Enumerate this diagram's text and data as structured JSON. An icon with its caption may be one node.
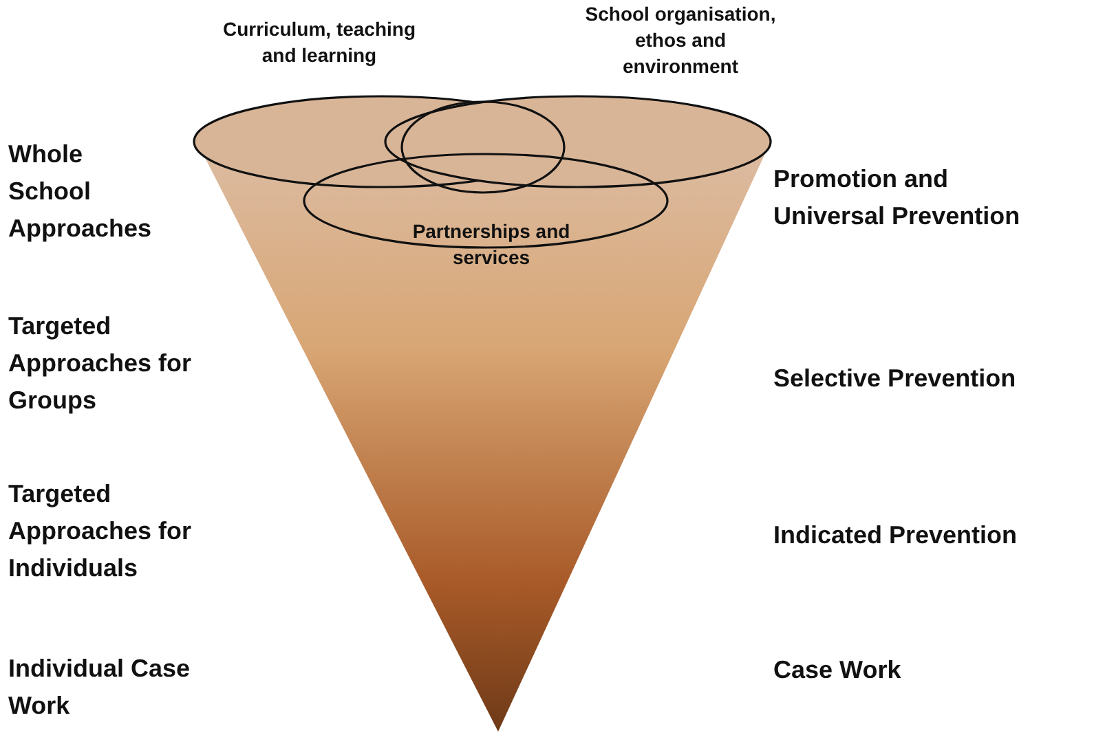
{
  "diagram": {
    "nodes": [
      {
        "text": [
          "Curriculum, teaching and learning"
        ]
      },
      {
        "text": [
          "School organisation, ethos and environment"
        ]
      },
      {
        "text": [],
        "shape": "ellipse"
      },
      {
        "text": [
          "Partnerships and services"
        ]
      }
    ],
    "labels": [
      "Whole School Approaches",
      "Promotion and Universal Prevention",
      "Targeted Approaches for Groups",
      "Selective Prevention",
      "Targeted Approaches for Individuals",
      "Indicated Prevention",
      "Individual Case Work",
      "Case Work"
    ]
  }
}
